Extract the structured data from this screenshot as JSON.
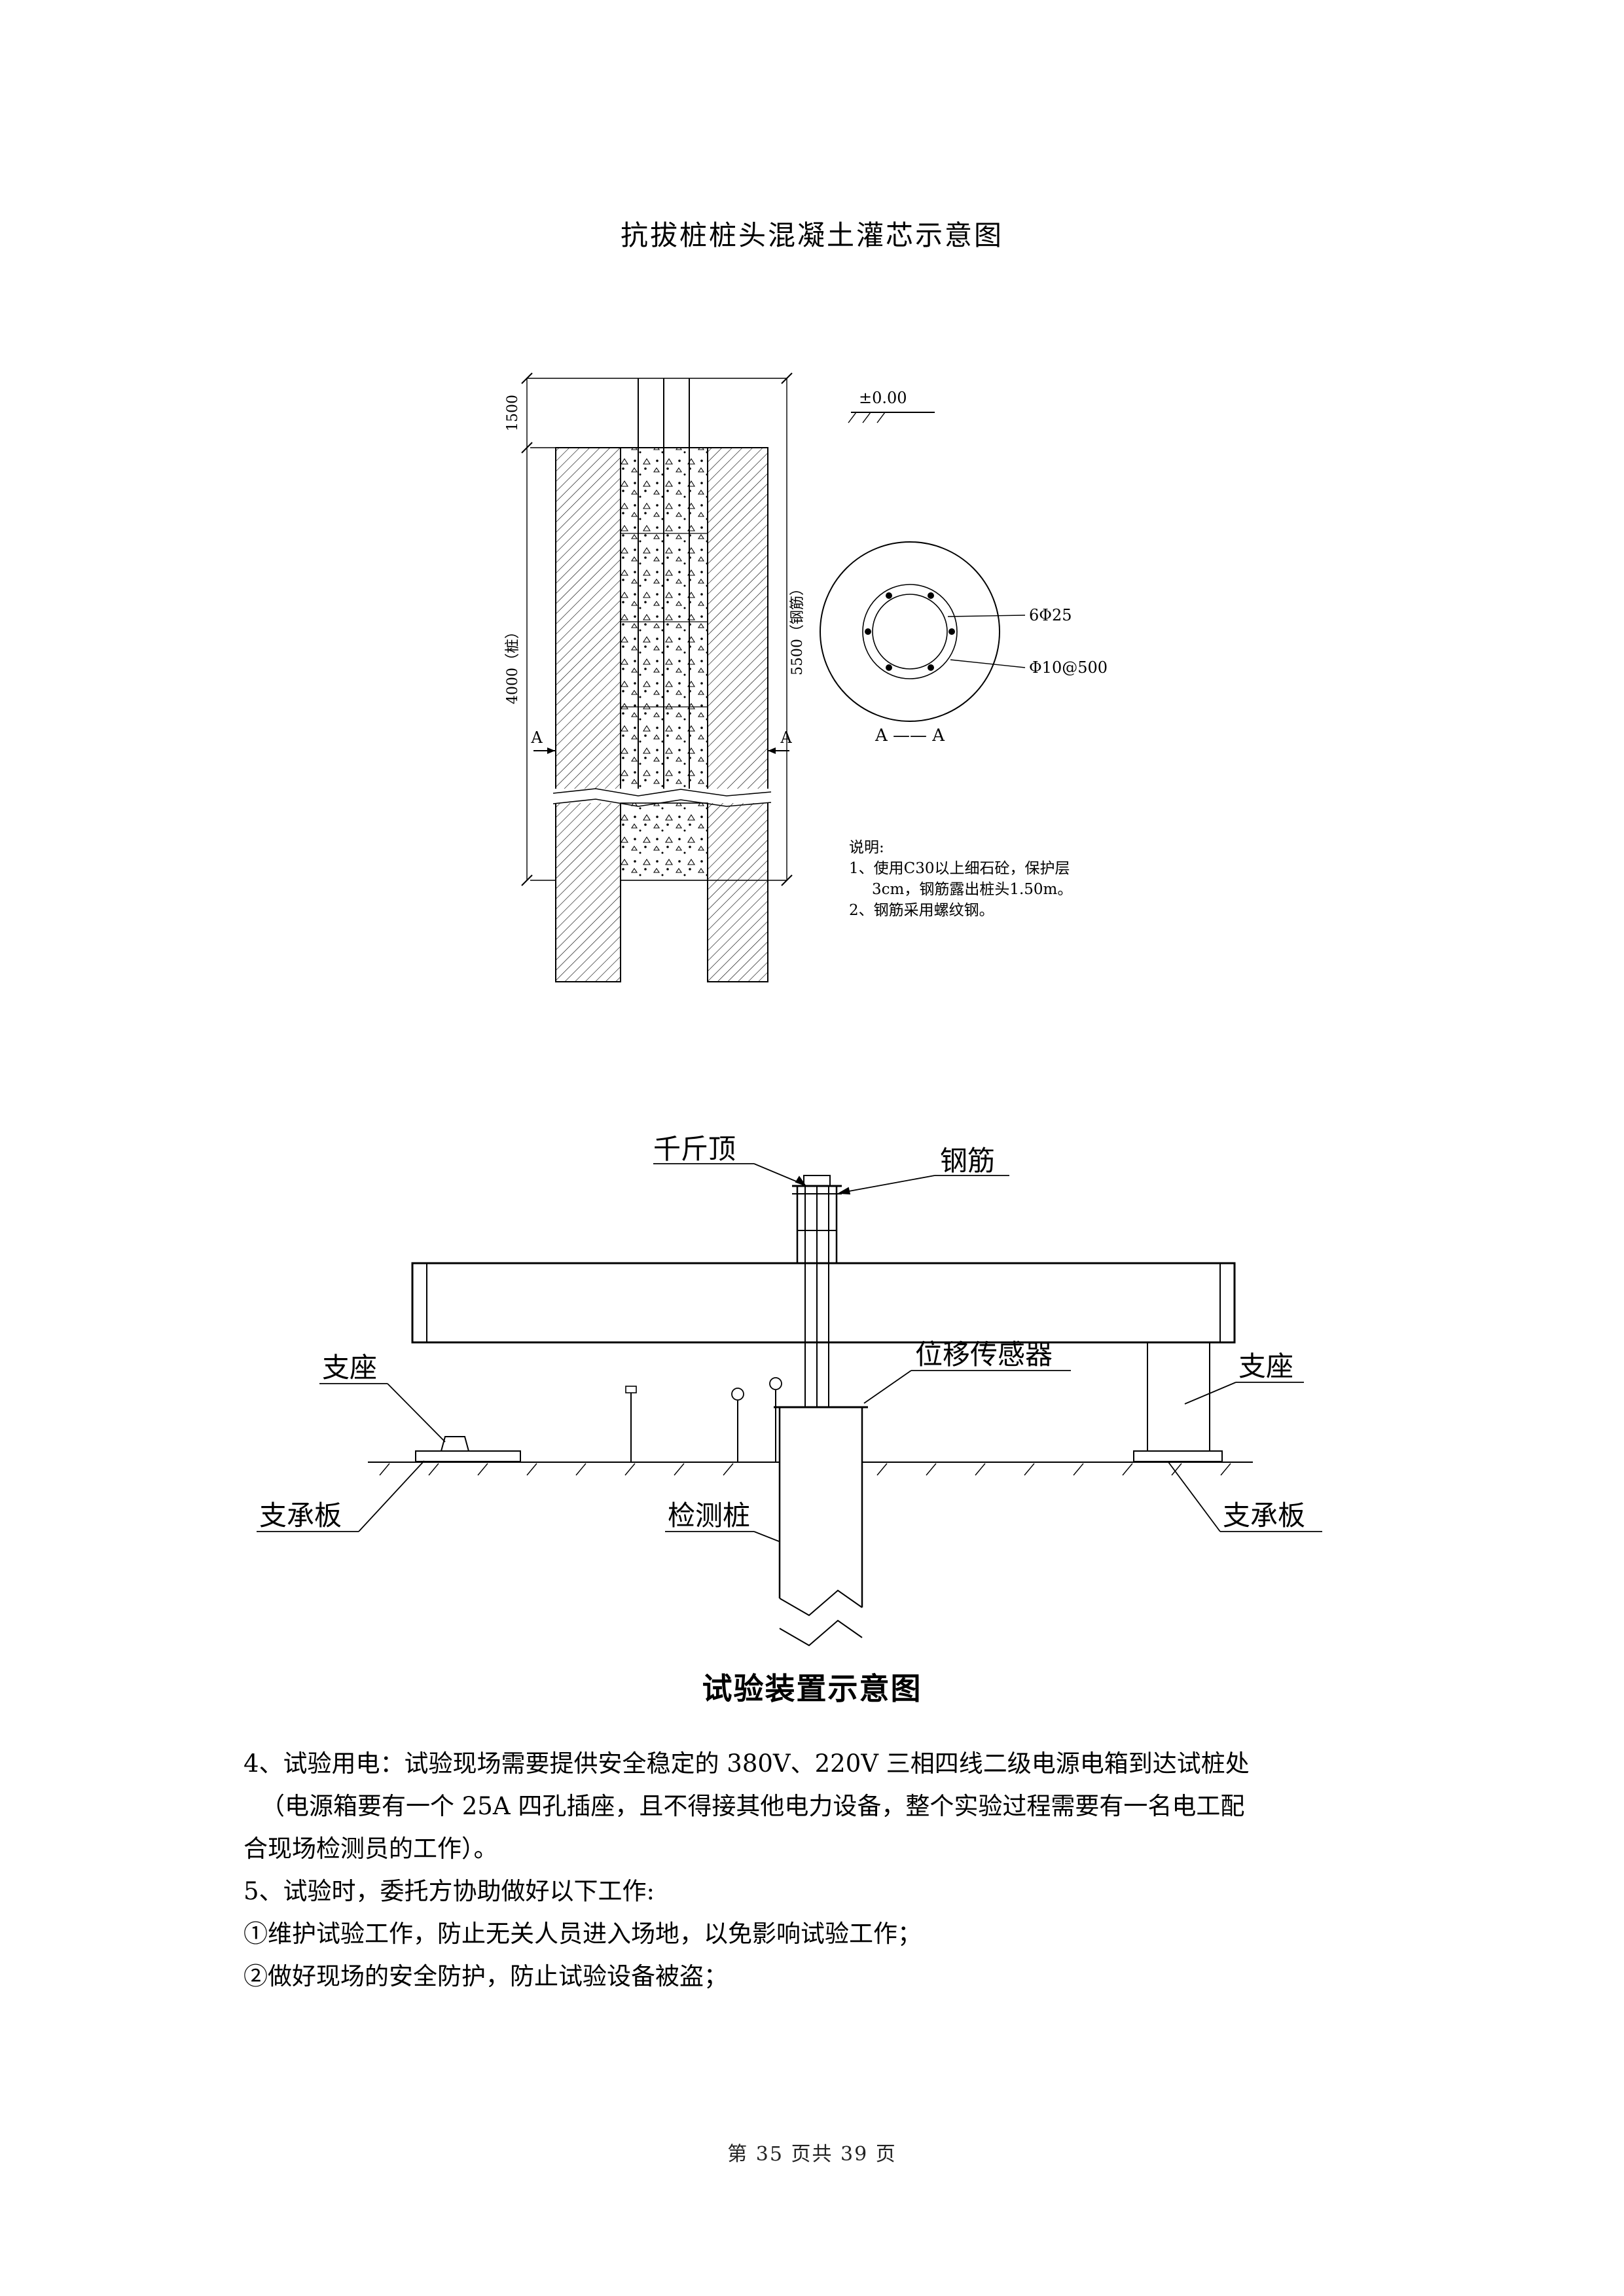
{
  "page": {
    "title": "抗拔桩桩头混凝土灌芯示意图",
    "footer": "第 35 页共 39 页"
  },
  "top_diagram": {
    "dim_1500": "1500",
    "dim_4000": "4000（桩）",
    "dim_5500": "5500（钢筋）",
    "level": "±0.00",
    "section_marker_left": "A",
    "section_marker_right": "A",
    "section_title": "A —— A",
    "bar_label": "6Φ25",
    "stirrup_label": "Φ10@500",
    "notes_title": "说明:",
    "notes_line1": "1、使用C30以上细石砼，保护层",
    "notes_line2": "3cm，钢筋露出桩头1.50m。",
    "notes_line3": "2、钢筋采用螺纹钢。"
  },
  "bottom_diagram": {
    "caption": "试验装置示意图",
    "jack_label": "千斤顶",
    "rebar_label": "钢筋",
    "sensor_label": "位移传感器",
    "support_left_label": "支座",
    "support_right_label": "支座",
    "plate_left_label": "支承板",
    "plate_right_label": "支承板",
    "pile_label": "检测桩"
  },
  "body": {
    "lines": [
      "4、试验用电：试验现场需要提供安全稳定的 380V、220V 三相四线二级电源电箱到达试桩处",
      "（电源箱要有一个 25A 四孔插座，且不得接其他电力设备，整个实验过程需要有一名电工配",
      "合现场检测员的工作）。",
      "5、试验时，委托方协助做好以下工作:",
      "①维护试验工作，防止无关人员进入场地，以免影响试验工作；",
      "②做好现场的安全防护，防止试验设备被盗；"
    ]
  }
}
